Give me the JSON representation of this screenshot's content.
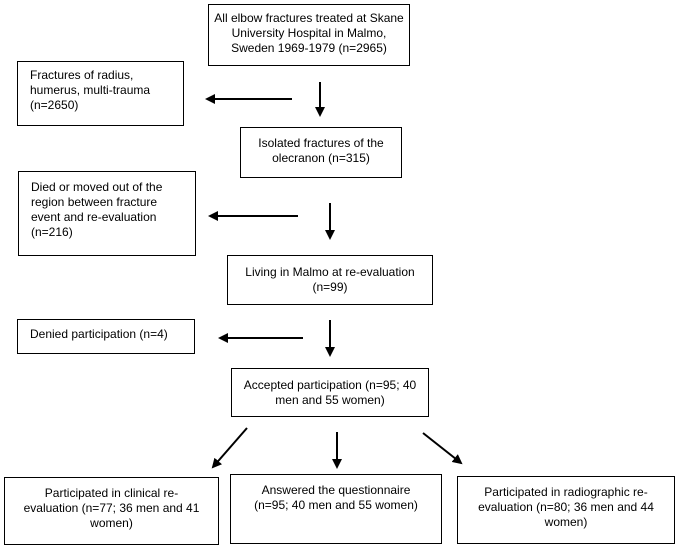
{
  "boxes": {
    "all_fractures": [
      "All elbow fractures treated at Skane",
      "University Hospital in Malmo,",
      "Sweden 1969-1979 (n=2965)"
    ],
    "excluded_fractures": [
      "Fractures of radius,",
      "humerus, multi-trauma",
      "(n=2650)"
    ],
    "isolated_olecranon": [
      "Isolated fractures of the",
      "olecranon (n=315)"
    ],
    "died_moved": [
      "Died or moved out of the",
      "region between fracture",
      "event and re-evaluation",
      "(n=216)"
    ],
    "living_malmo": [
      "Living in Malmo at re-evaluation",
      "(n=99)"
    ],
    "denied": [
      "Denied participation (n=4)"
    ],
    "accepted": [
      "Accepted participation (n=95; 40",
      "men and 55 women)"
    ],
    "clinical": [
      "Participated in clinical re-",
      "evaluation (n=77; 36 men and 41",
      "women)"
    ],
    "questionnaire": [
      "Answered the questionnaire",
      "(n=95; 40 men and 55 women)"
    ],
    "radiographic": [
      "Participated in radiographic re-",
      "evaluation (n=80; 36 men and 44",
      "women)"
    ]
  }
}
